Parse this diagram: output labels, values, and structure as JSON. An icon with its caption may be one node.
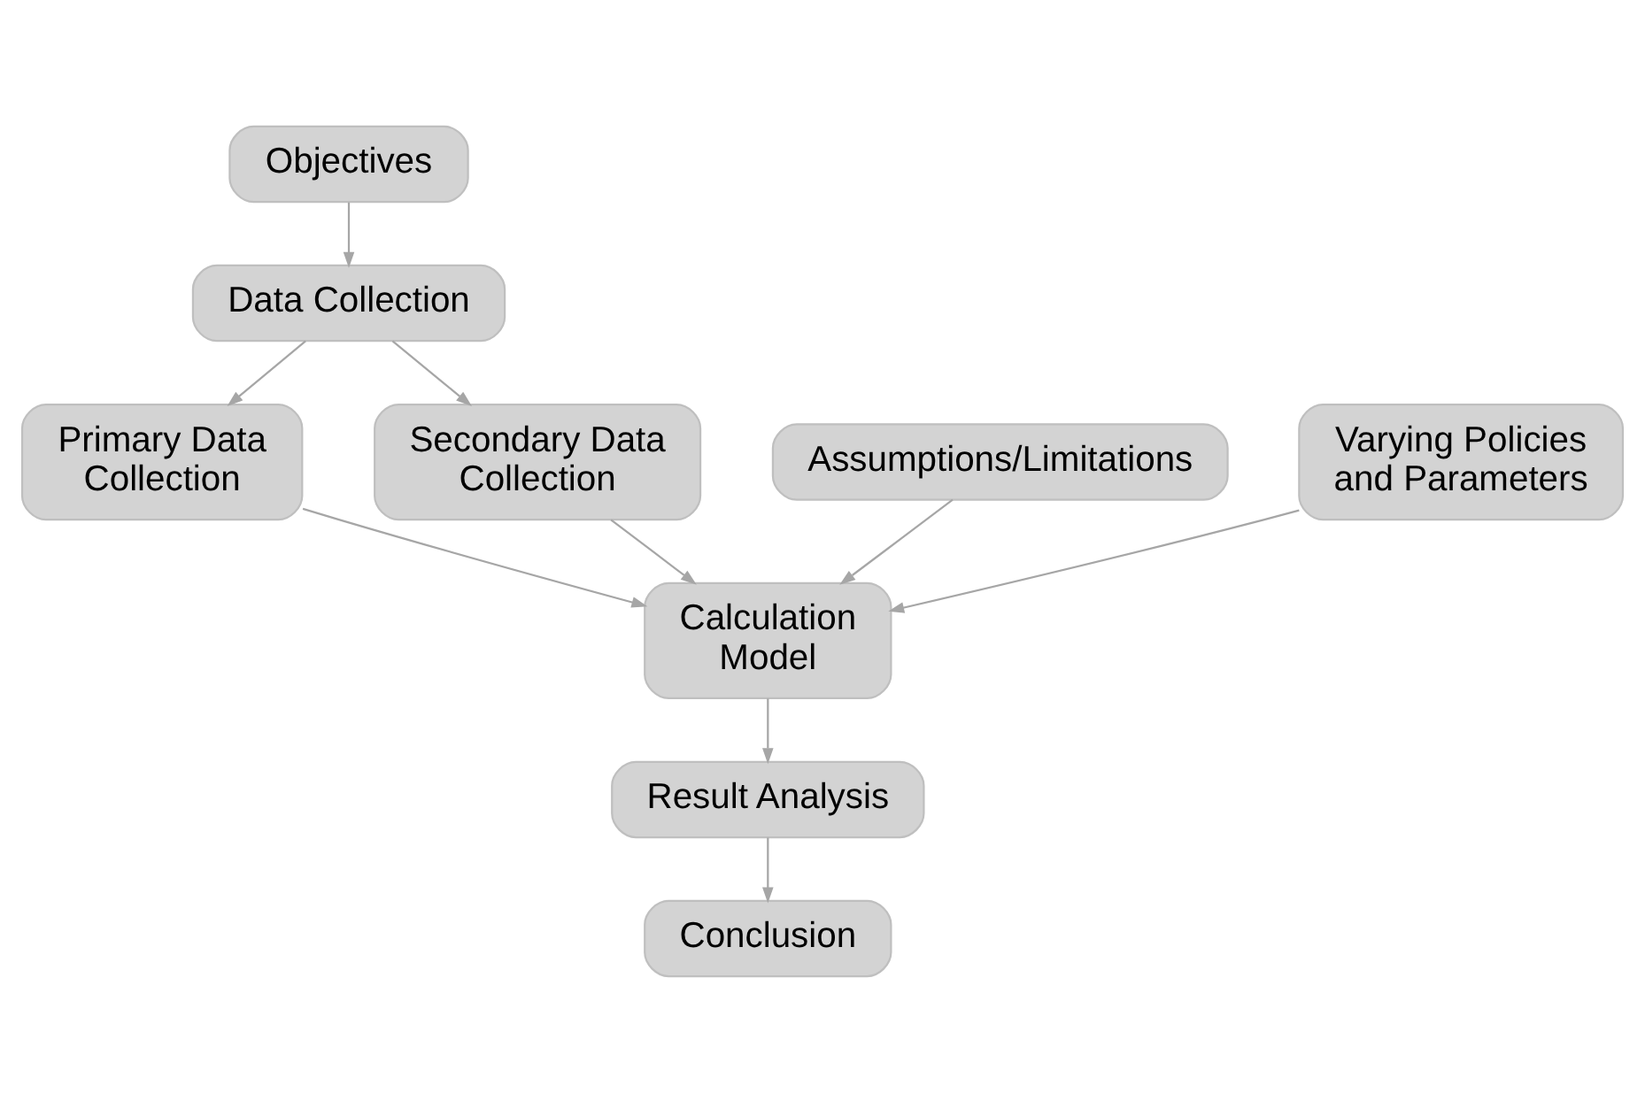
{
  "diagram": {
    "nodes": [
      {
        "text": [
          "Objectives"
        ]
      },
      {
        "text": [
          "Data Collection"
        ]
      },
      {
        "text": [
          "Primary Data Collection"
        ]
      },
      {
        "text": [
          "Secondary Data Collection"
        ]
      },
      {
        "text": [
          "Assumptions/Limitations"
        ]
      },
      {
        "text": [
          "Calculation Model"
        ]
      },
      {
        "text": [
          "Varying Policies and Parameters"
        ]
      },
      {
        "text": [
          "Result Analysis"
        ]
      },
      {
        "text": [
          "Conclusion"
        ]
      }
    ],
    "edges": [
      {
        "from": 0,
        "to": 1,
        "arrow": "to"
      },
      {
        "from": 1,
        "to": 2,
        "arrow": "to"
      },
      {
        "from": 1,
        "to": 3,
        "arrow": "to"
      },
      {
        "from": 2,
        "to": 5,
        "arrow": "to"
      },
      {
        "from": 3,
        "to": 5,
        "arrow": "to"
      },
      {
        "from": 4,
        "to": 5,
        "arrow": "to"
      },
      {
        "from": 6,
        "to": 5,
        "arrow": "to"
      },
      {
        "from": 5,
        "to": 7,
        "arrow": "to"
      },
      {
        "from": 7,
        "to": 8,
        "arrow": "to"
      }
    ]
  }
}
